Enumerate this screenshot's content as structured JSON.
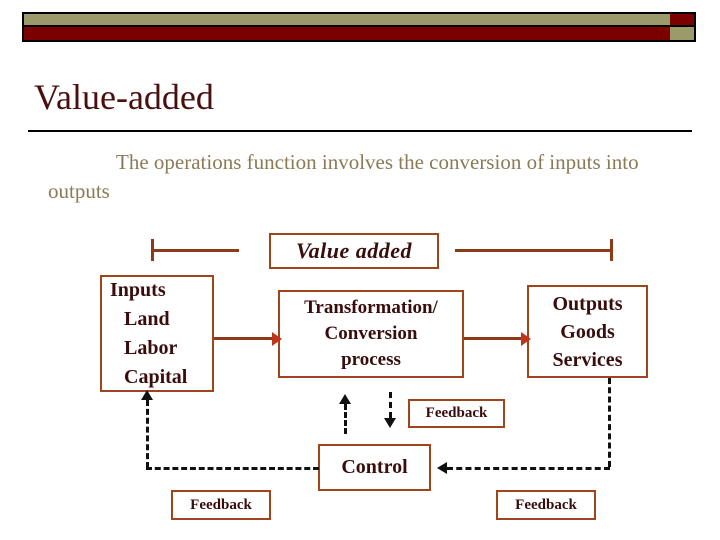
{
  "slide": {
    "title": "Value-added",
    "body_text": "The operations function involves the conversion of inputs into outputs"
  },
  "header_bar": {
    "olive_color": "#9a9a6a",
    "maroon_color": "#7d0000",
    "outline_color": "#000000"
  },
  "colors": {
    "title": "#4a0f0f",
    "body": "#8a7a55",
    "box_border": "#a0441c",
    "box_text": "#3a0d0d",
    "arrow_red": "#c0341a",
    "dashed": "#111111"
  },
  "diagram": {
    "value_added_label": "Value added",
    "inputs": {
      "line1": "Inputs",
      "line2": "Land",
      "line3": "Labor",
      "line4": "Capital"
    },
    "transformation": {
      "line1": "Transformation/",
      "line2": "Conversion",
      "line3": "process"
    },
    "outputs": {
      "line1": "Outputs",
      "line2": "Goods",
      "line3": "Services"
    },
    "control_label": "Control",
    "feedback_middle_label": "Feedback",
    "feedback_left_label": "Feedback",
    "feedback_right_label": "Feedback"
  }
}
